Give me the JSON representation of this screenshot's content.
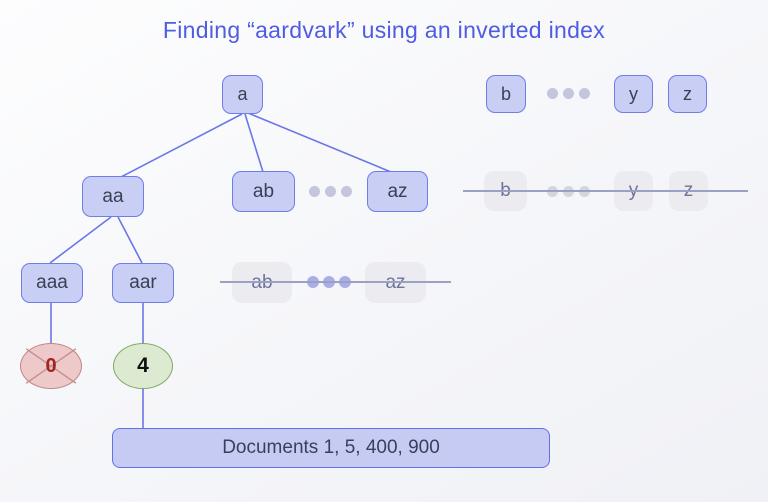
{
  "title": "Finding “aardvark” using an inverted index",
  "nodes": {
    "a": "a",
    "b": "b",
    "y": "y",
    "z": "z",
    "aa": "aa",
    "ab": "ab",
    "az": "az",
    "aaa": "aaa",
    "aar": "aar"
  },
  "pruned": {
    "b": "b",
    "y": "y",
    "z": "z",
    "ab": "ab",
    "az": "az"
  },
  "results": {
    "no_match_count": "0",
    "match_count": "4",
    "documents_label": "Documents 1, 5, 400, 900"
  },
  "colors": {
    "title": "#4f5ce2",
    "node_fill": "#c9cef5",
    "node_border": "#707ce8",
    "edge": "#6b77e8",
    "pruned_fill": "#ececf0",
    "pruned_text": "#6e749a",
    "strikethrough": "#9aa1c2",
    "no_match_fill": "#eec9c9",
    "no_match_border": "#c08685",
    "no_match_text": "#a3241f",
    "match_fill": "#dcead1",
    "match_border": "#80aa60",
    "background": "#f3f4f8"
  }
}
